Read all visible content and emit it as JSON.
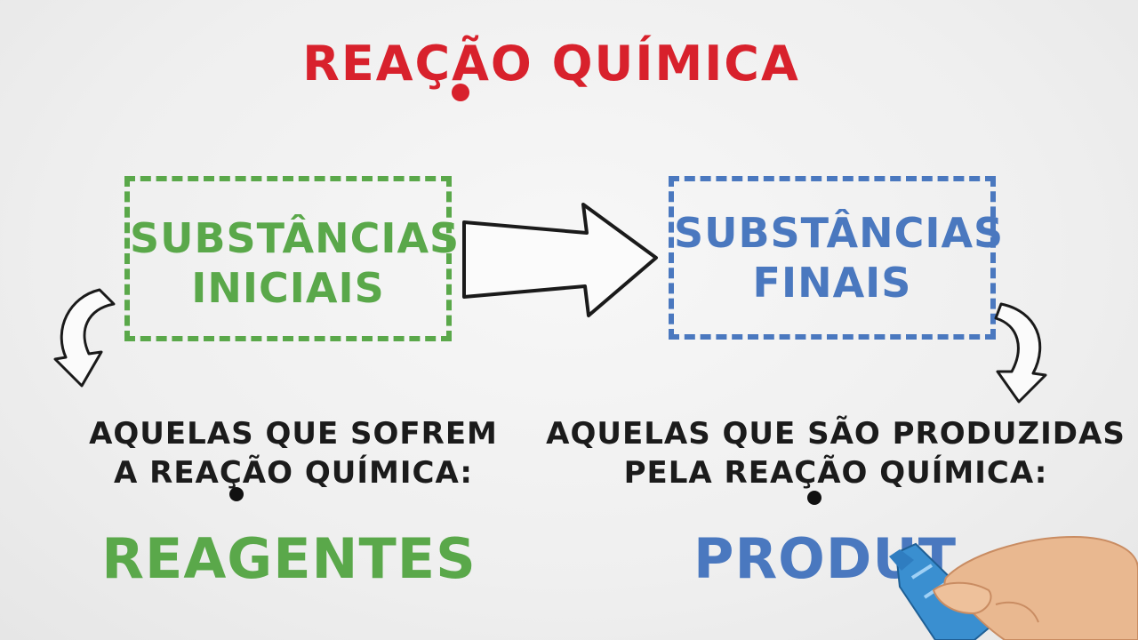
{
  "title": "REAÇÃO QUÍMICA",
  "left": {
    "box_line1": "SUBSTÂNCIAS",
    "box_line2": "INICIAIS",
    "desc_line1": "AQUELAS QUE SOFREM",
    "desc_line2": "A REAÇÃO QUÍMICA:",
    "term": "REAGENTES"
  },
  "right": {
    "box_line1": "SUBSTÂNCIAS",
    "box_line2": "FINAIS",
    "desc_line1": "AQUELAS QUE SÃO PRODUZIDAS",
    "desc_line2": "PELA REAÇÃO QUÍMICA:",
    "term": "PRODUT"
  },
  "colors": {
    "title": "#d8212c",
    "left_accent": "#5aa84a",
    "right_accent": "#4a78bf"
  },
  "icons": [
    "big-right-arrow-icon",
    "curved-down-arrow-icon",
    "hand-holding-crayon-icon"
  ]
}
